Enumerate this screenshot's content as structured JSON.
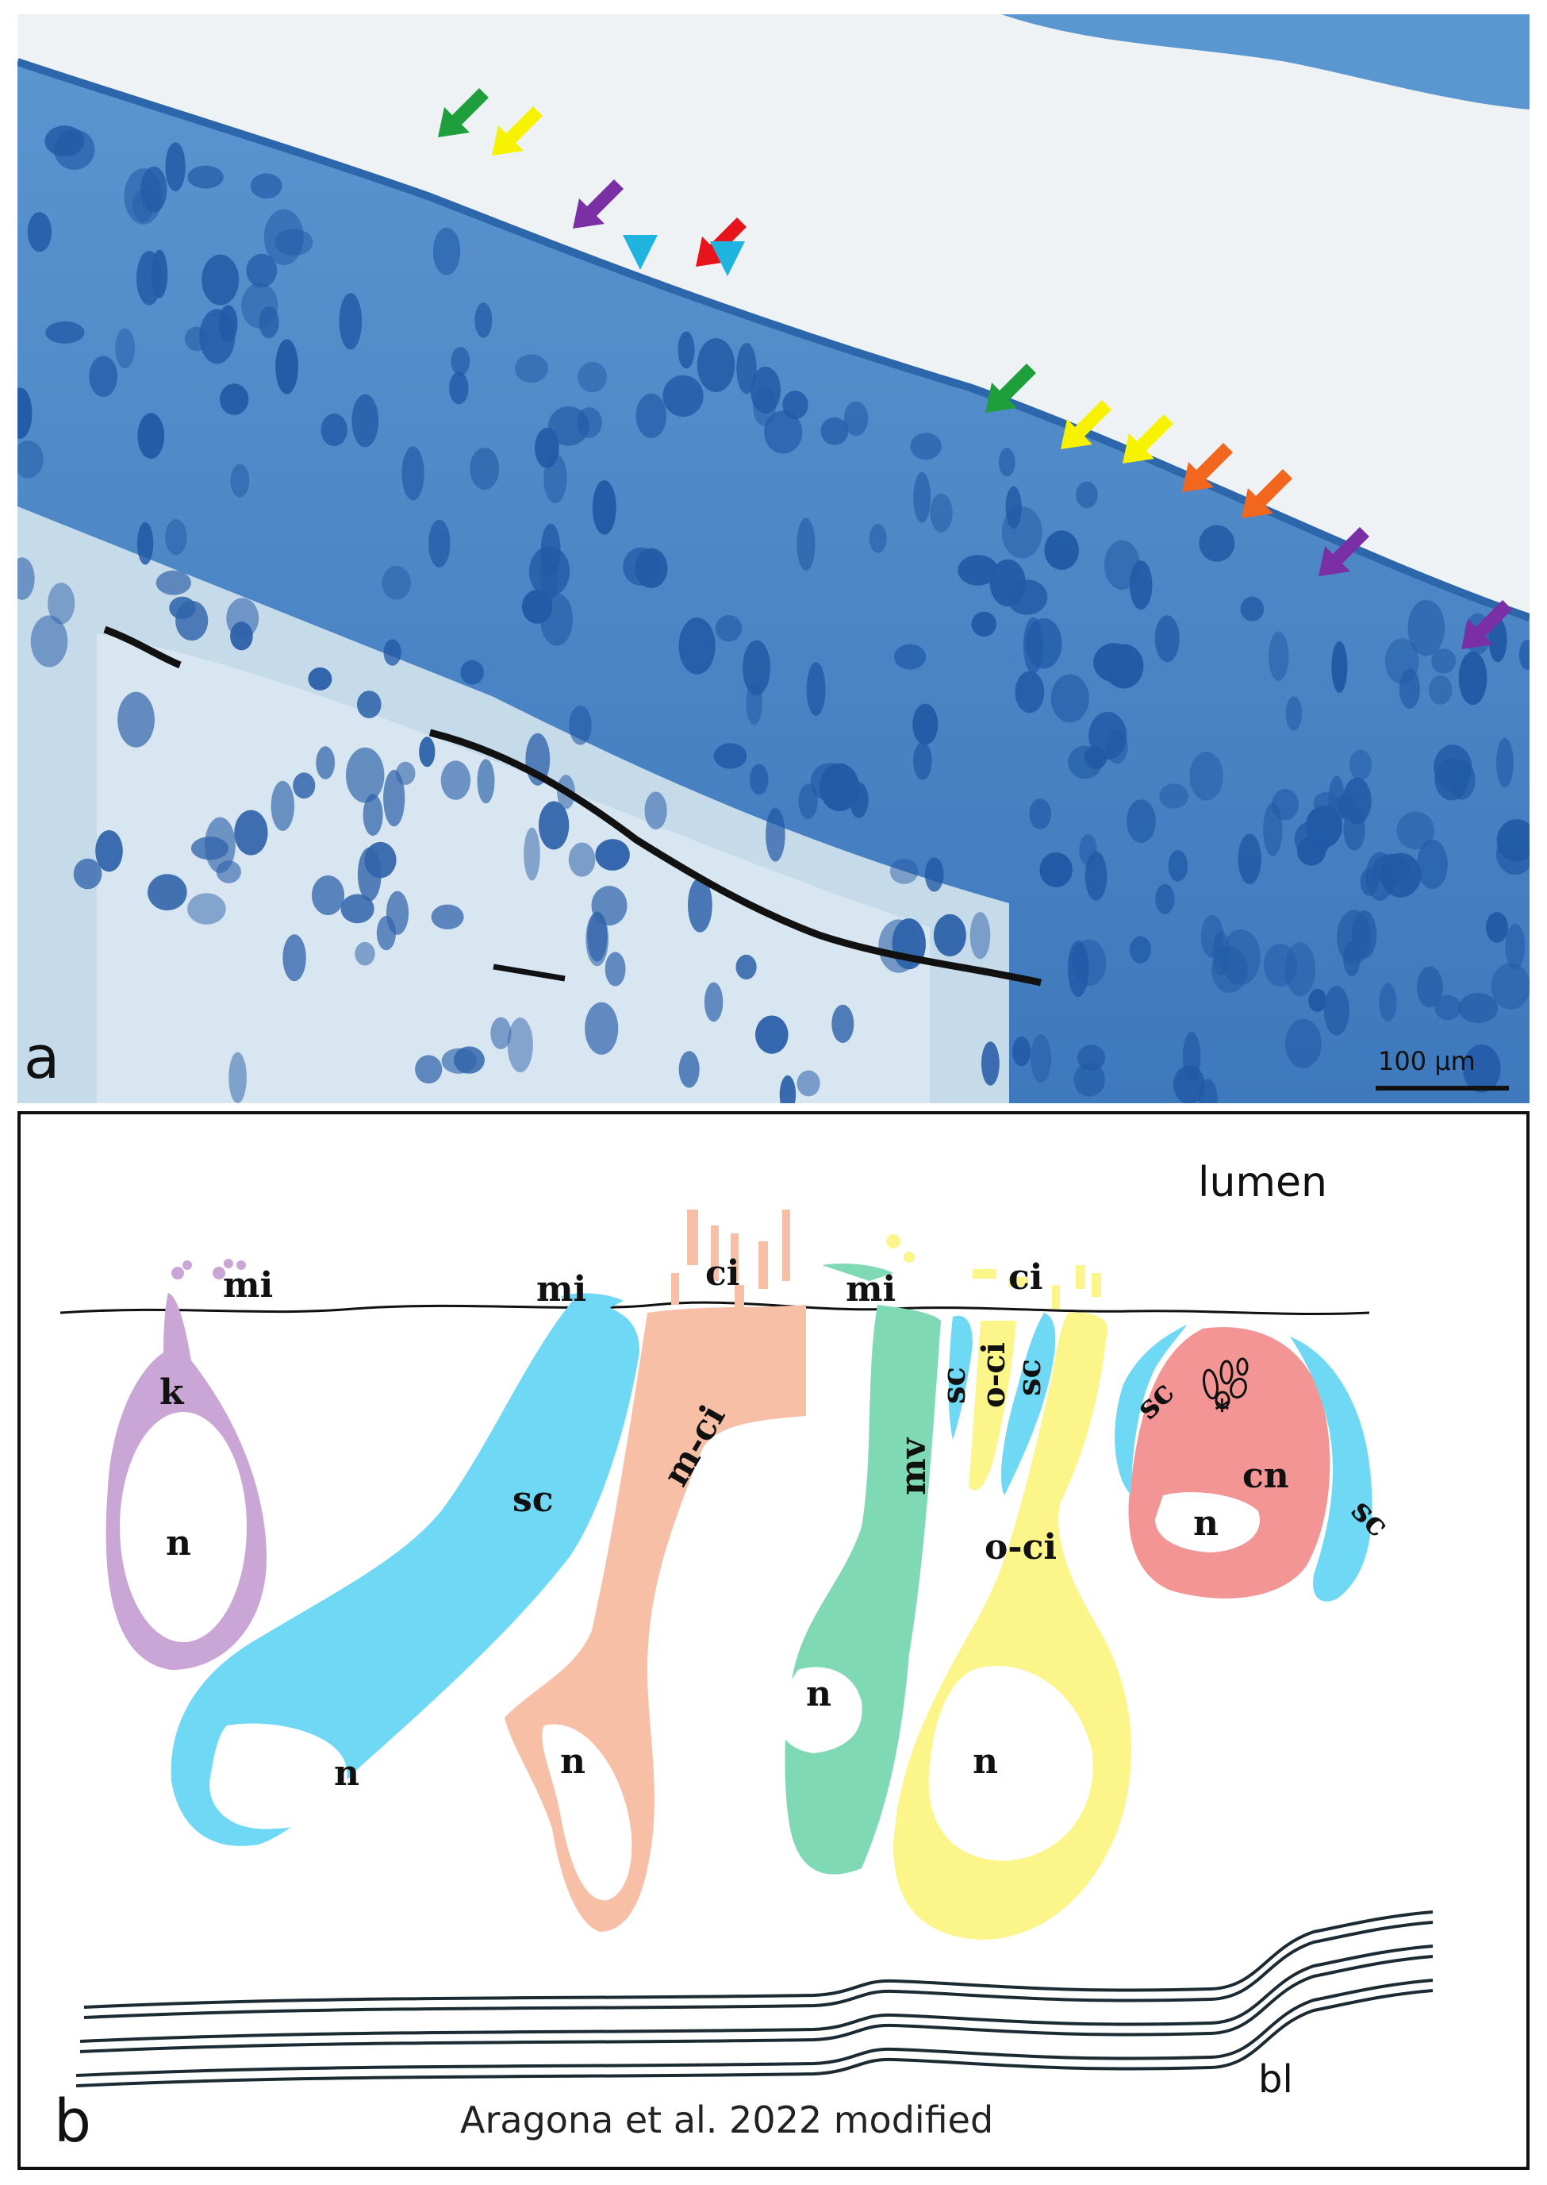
{
  "panel_a": {
    "letter": "a",
    "scale_bar": "100 µm",
    "arrow_colors": {
      "green": "#1f9e3c",
      "yellow": "#f7f200",
      "purple": "#7b2fa5",
      "red": "#e8141b",
      "cyan": "#1fb4e0",
      "orange": "#f2671d"
    },
    "colors": {
      "stain": "#2d6fb5",
      "nucleus": "#1a4f9a",
      "background": "#eef2f4",
      "fiber": "#111111"
    }
  },
  "panel_b": {
    "letter": "b",
    "lumen": "lumen",
    "basal_lamina": "bl",
    "credit": "Aragona et al. 2022  modified",
    "cell_labels": {
      "mi": "mi",
      "k": "k",
      "n": "n",
      "sc": "sc",
      "m_ci": "m-ci",
      "ci": "ci",
      "mv": "mv",
      "o_ci": "o-ci",
      "cn": "cn",
      "star": "*"
    },
    "colors": {
      "purple_cell": "#c9a6d6",
      "blue_cell": "#6fd8f5",
      "salmon_cell": "#f7bfa6",
      "green_cell": "#7fd9b4",
      "yellow_cell": "#fbf58a",
      "red_cell": "#f39595"
    }
  }
}
